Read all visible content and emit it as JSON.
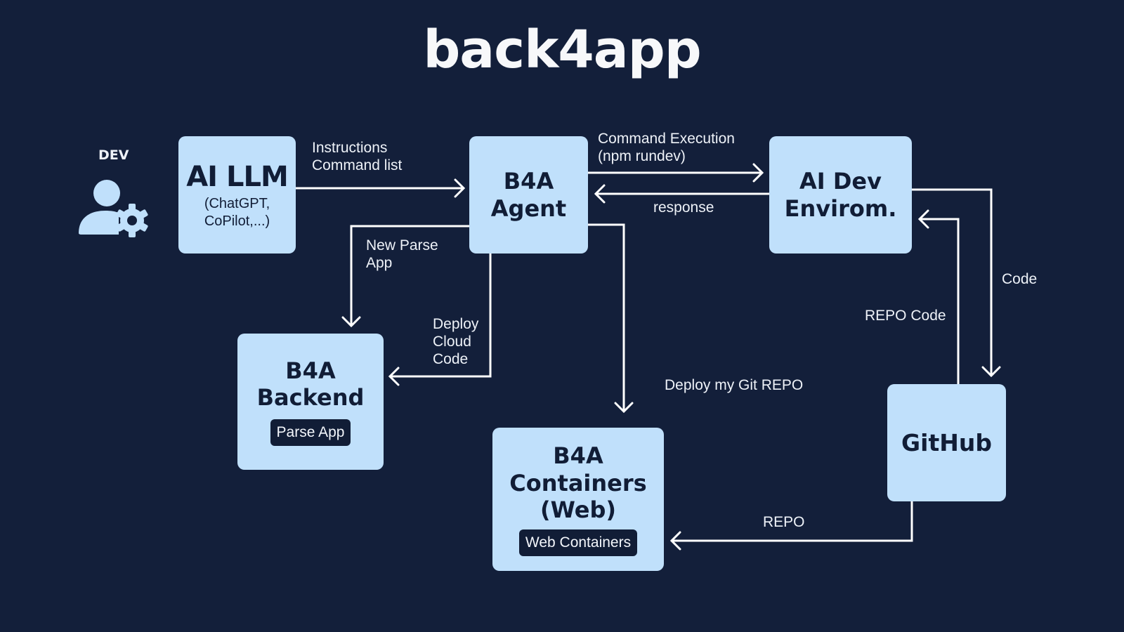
{
  "title": "back4app",
  "colors": {
    "background": "#131f3a",
    "box_fill": "#c0e0fb",
    "box_text": "#111d36",
    "line": "#ffffff",
    "label_text": "#eef2f8"
  },
  "actor": {
    "label": "DEV",
    "icon": "user-gear-icon"
  },
  "nodes": {
    "ai_llm": {
      "title": "AI LLM",
      "subtitle_line1": "(ChatGPT,",
      "subtitle_line2": "CoPilot,...)"
    },
    "agent": {
      "title_line1": "B4A",
      "title_line2": "Agent"
    },
    "dev_env": {
      "title_line1": "AI Dev",
      "title_line2": "Envirom."
    },
    "backend": {
      "title_line1": "B4A",
      "title_line2": "Backend",
      "badge": "Parse App"
    },
    "containers": {
      "title_line1": "B4A",
      "title_line2": "Containers",
      "title_line3": "(Web)",
      "badge": "Web Containers"
    },
    "github": {
      "title": "GitHub"
    }
  },
  "edges": [
    {
      "from": "AI LLM",
      "to": "B4A Agent",
      "label": "Instructions\nCommand list"
    },
    {
      "from": "B4A Agent",
      "to": "AI Dev Envirom.",
      "label": "Command Execution\n(npm rundev)"
    },
    {
      "from": "AI Dev Envirom.",
      "to": "B4A Agent",
      "label": "response"
    },
    {
      "from": "B4A Agent",
      "to": "B4A Backend",
      "label": "New Parse\nApp"
    },
    {
      "from": "B4A Agent",
      "to": "B4A Backend",
      "label": "Deploy\nCloud\nCode"
    },
    {
      "from": "B4A Agent",
      "to": "B4A Containers (Web)",
      "label": "Deploy my Git REPO"
    },
    {
      "from": "AI Dev Envirom.",
      "to": "GitHub",
      "label": "Code"
    },
    {
      "from": "GitHub",
      "to": "AI Dev Envirom.",
      "label": "REPO Code"
    },
    {
      "from": "GitHub",
      "to": "B4A Containers (Web)",
      "label": "REPO"
    }
  ]
}
